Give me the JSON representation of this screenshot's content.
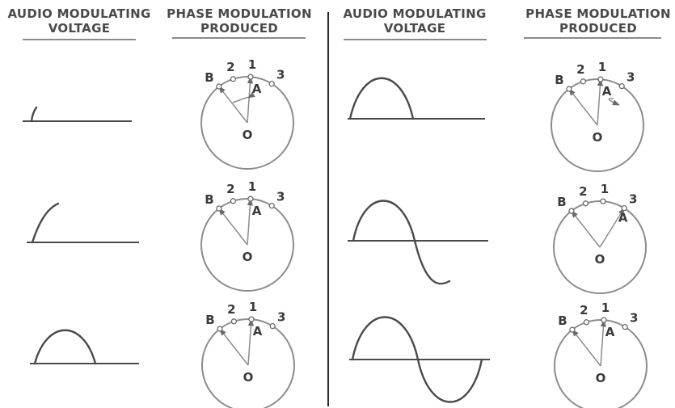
{
  "headers": {
    "left_audio": [
      "AUDIO MODULATING",
      "VOLTAGE"
    ],
    "left_phase": [
      "PHASE MODULATION",
      "PRODUCED"
    ],
    "right_audio": [
      "AUDIO MODULATING",
      "VOLTAGE"
    ],
    "right_phase": [
      "PHASE MODULATION",
      "PRODUCED"
    ]
  },
  "rows": [
    {
      "labels": {
        "B": "B",
        "p2": "2",
        "p1": "1",
        "p3": "3",
        "A": "A",
        "O": "O"
      }
    },
    {
      "labels": {
        "B": "B",
        "p2": "2",
        "p1": "1",
        "p3": "3",
        "A": "A",
        "O": "O"
      }
    },
    {
      "labels": {
        "B": "B",
        "p2": "2",
        "p1": "1",
        "p3": "3",
        "A": "A",
        "O": "O"
      }
    },
    {
      "labels": {
        "B": "B",
        "p2": "2",
        "p1": "1",
        "p3": "3",
        "A": "A",
        "O": "O"
      }
    },
    {
      "labels": {
        "B": "B",
        "p2": "2",
        "p1": "1",
        "p3": "3",
        "A": "A",
        "O": "O"
      }
    },
    {
      "labels": {
        "B": "B",
        "p2": "2",
        "p1": "1",
        "p3": "3",
        "A": "A",
        "O": "O"
      }
    }
  ]
}
